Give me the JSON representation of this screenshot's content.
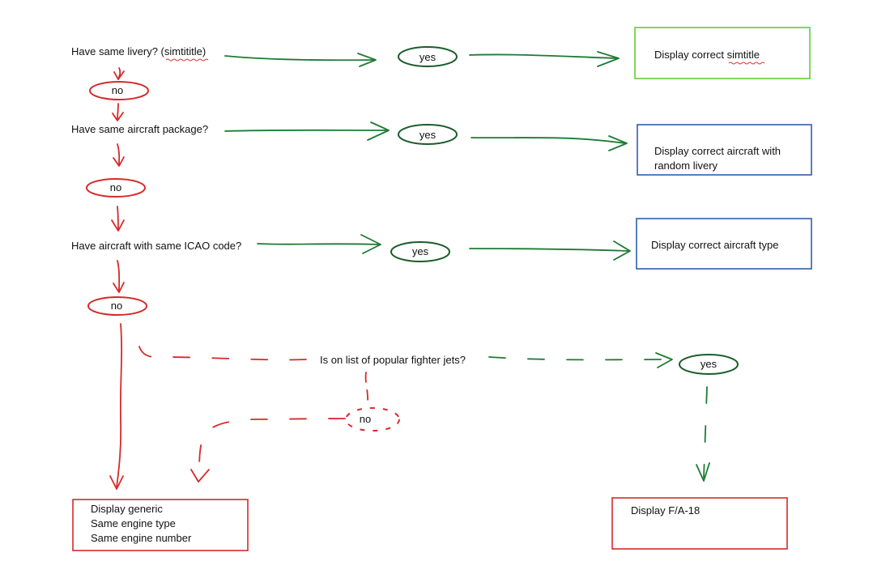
{
  "diagram": {
    "questions": {
      "livery": {
        "text": "Have same livery? (",
        "underlined": "simtititle",
        "suffix": ")"
      },
      "package": "Have same aircraft package?",
      "icao": "Have aircraft with same ICAO code?",
      "fighter": "Is on list of popular fighter jets?"
    },
    "answers": {
      "yes_1": "yes",
      "yes_2": "yes",
      "yes_3": "yes",
      "yes_4": "yes",
      "no_1": "no",
      "no_2": "no",
      "no_3": "no",
      "no_4": "no"
    },
    "outcomes": {
      "simtitle": {
        "prefix": "Display correct ",
        "underlined": "simtitle"
      },
      "livery": {
        "line1": "Display correct aircraft with",
        "line2": "random livery"
      },
      "type": "Display correct aircraft type",
      "generic": {
        "line1": "Display generic",
        "line2": "Same engine type",
        "line3": "Same engine number"
      },
      "fa18": "Display F/A-18"
    },
    "colors": {
      "yes_path": "#1e7b34",
      "no_path": "#d62a2a",
      "yes_ellipse": "#1a5c2a",
      "box_green": "#66cc33",
      "box_blue": "#2f5fa8",
      "box_red": "#d62a2a"
    }
  }
}
